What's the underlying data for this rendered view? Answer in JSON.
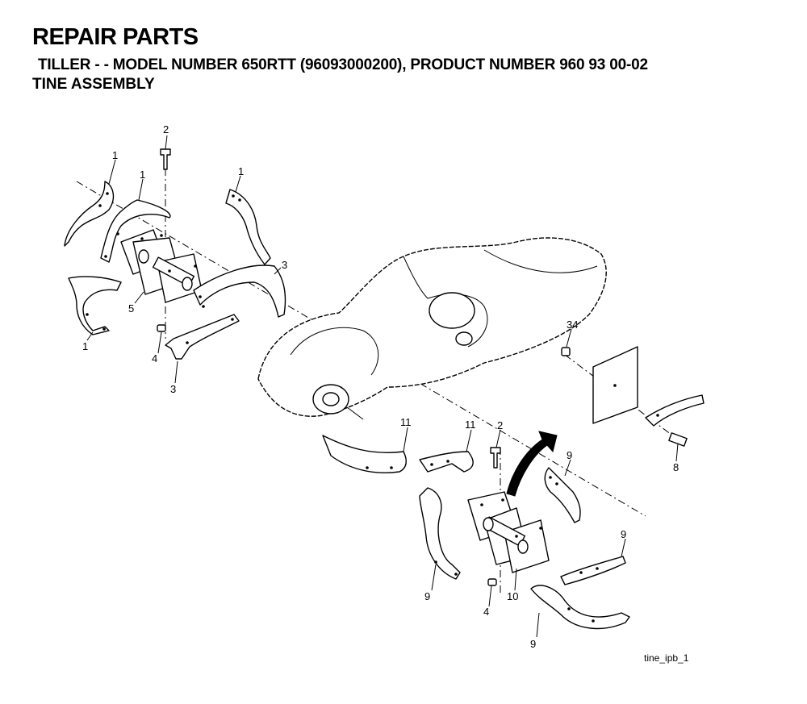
{
  "header": {
    "title": "REPAIR PARTS",
    "subtitle": "TILLER - - MODEL NUMBER 650RTT (96093000200), PRODUCT NUMBER 960 93 00-02",
    "section": "TINE ASSEMBLY"
  },
  "callouts": {
    "c1a": "1",
    "c1b": "1",
    "c1c": "1",
    "c1d": "1",
    "c2a": "2",
    "c2b": "2",
    "c3a": "3",
    "c3b": "3",
    "c4a": "4",
    "c4b": "4",
    "c5": "5",
    "c34": "34",
    "c8": "8",
    "c11a": "11",
    "c11b": "11",
    "c9a": "9",
    "c9b": "9",
    "c9c": "9",
    "c9d": "9",
    "c10": "10"
  },
  "figure_id": "tine_ipb_1"
}
